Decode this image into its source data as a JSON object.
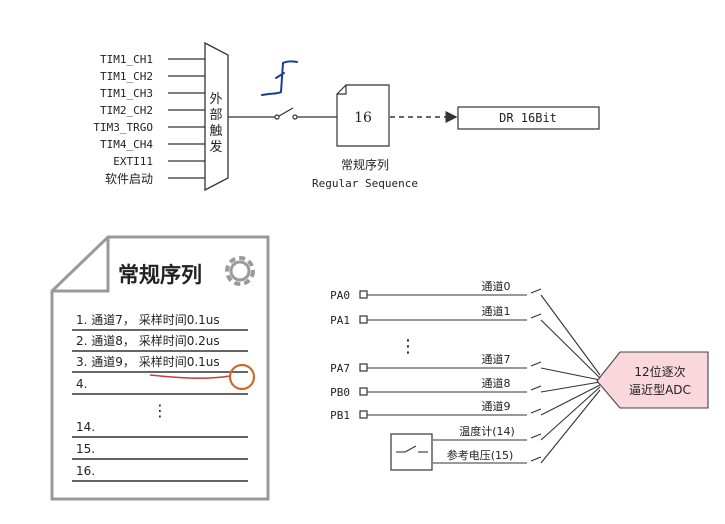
{
  "trigger_section": {
    "inputs": [
      "TIM1_CH1",
      "TIM1_CH2",
      "TIM1_CH3",
      "TIM2_CH2",
      "TIM3_TRGO",
      "TIM4_CH4",
      "EXTI11",
      "软件启动"
    ],
    "mux_label": [
      "外",
      "部",
      "触",
      "发"
    ],
    "sequence_box_value": "16",
    "sequence_label_cn": "常规序列",
    "sequence_label_en": "Regular Sequence",
    "dr_label": "DR 16Bit"
  },
  "document": {
    "title": "常规序列",
    "rows": [
      "1. 通道7， 采样时间0.1us",
      "2. 通道8， 采样时间0.2us",
      "3. 通道9， 采样时间0.1us",
      "4.",
      "⋮",
      "14.",
      "15.",
      "16."
    ]
  },
  "adc_section": {
    "pins": [
      {
        "pin": "PA0",
        "channel": "通道0"
      },
      {
        "pin": "PA1",
        "channel": "通道1"
      },
      {
        "pin": "⋮",
        "channel": ""
      },
      {
        "pin": "PA7",
        "channel": "通道7"
      },
      {
        "pin": "PB0",
        "channel": "通道8"
      },
      {
        "pin": "PB1",
        "channel": "通道9"
      }
    ],
    "internal_channels": [
      "温度计(14)",
      "参考电压(15)"
    ],
    "adc_label": [
      "12位逐次",
      "逼近型ADC"
    ],
    "adc_color": "#f9d7dd"
  }
}
